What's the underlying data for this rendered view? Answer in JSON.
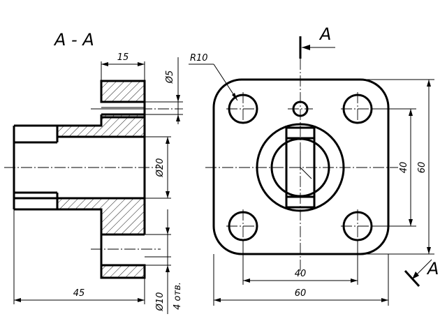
{
  "section_title": "A - A",
  "section_marker_label": "A",
  "section_marker_label_lower": "A",
  "section_view": {
    "width_15": "15",
    "dia_5": "Ø5",
    "dia_20": "Ø20",
    "length_45": "45",
    "holes_dia": "Ø10",
    "holes_count": "4 отв."
  },
  "front_view": {
    "radius": "R10",
    "bolt_spacing_h": "40",
    "overall_h": "60",
    "bolt_spacing_v": "40",
    "overall_v": "60"
  }
}
